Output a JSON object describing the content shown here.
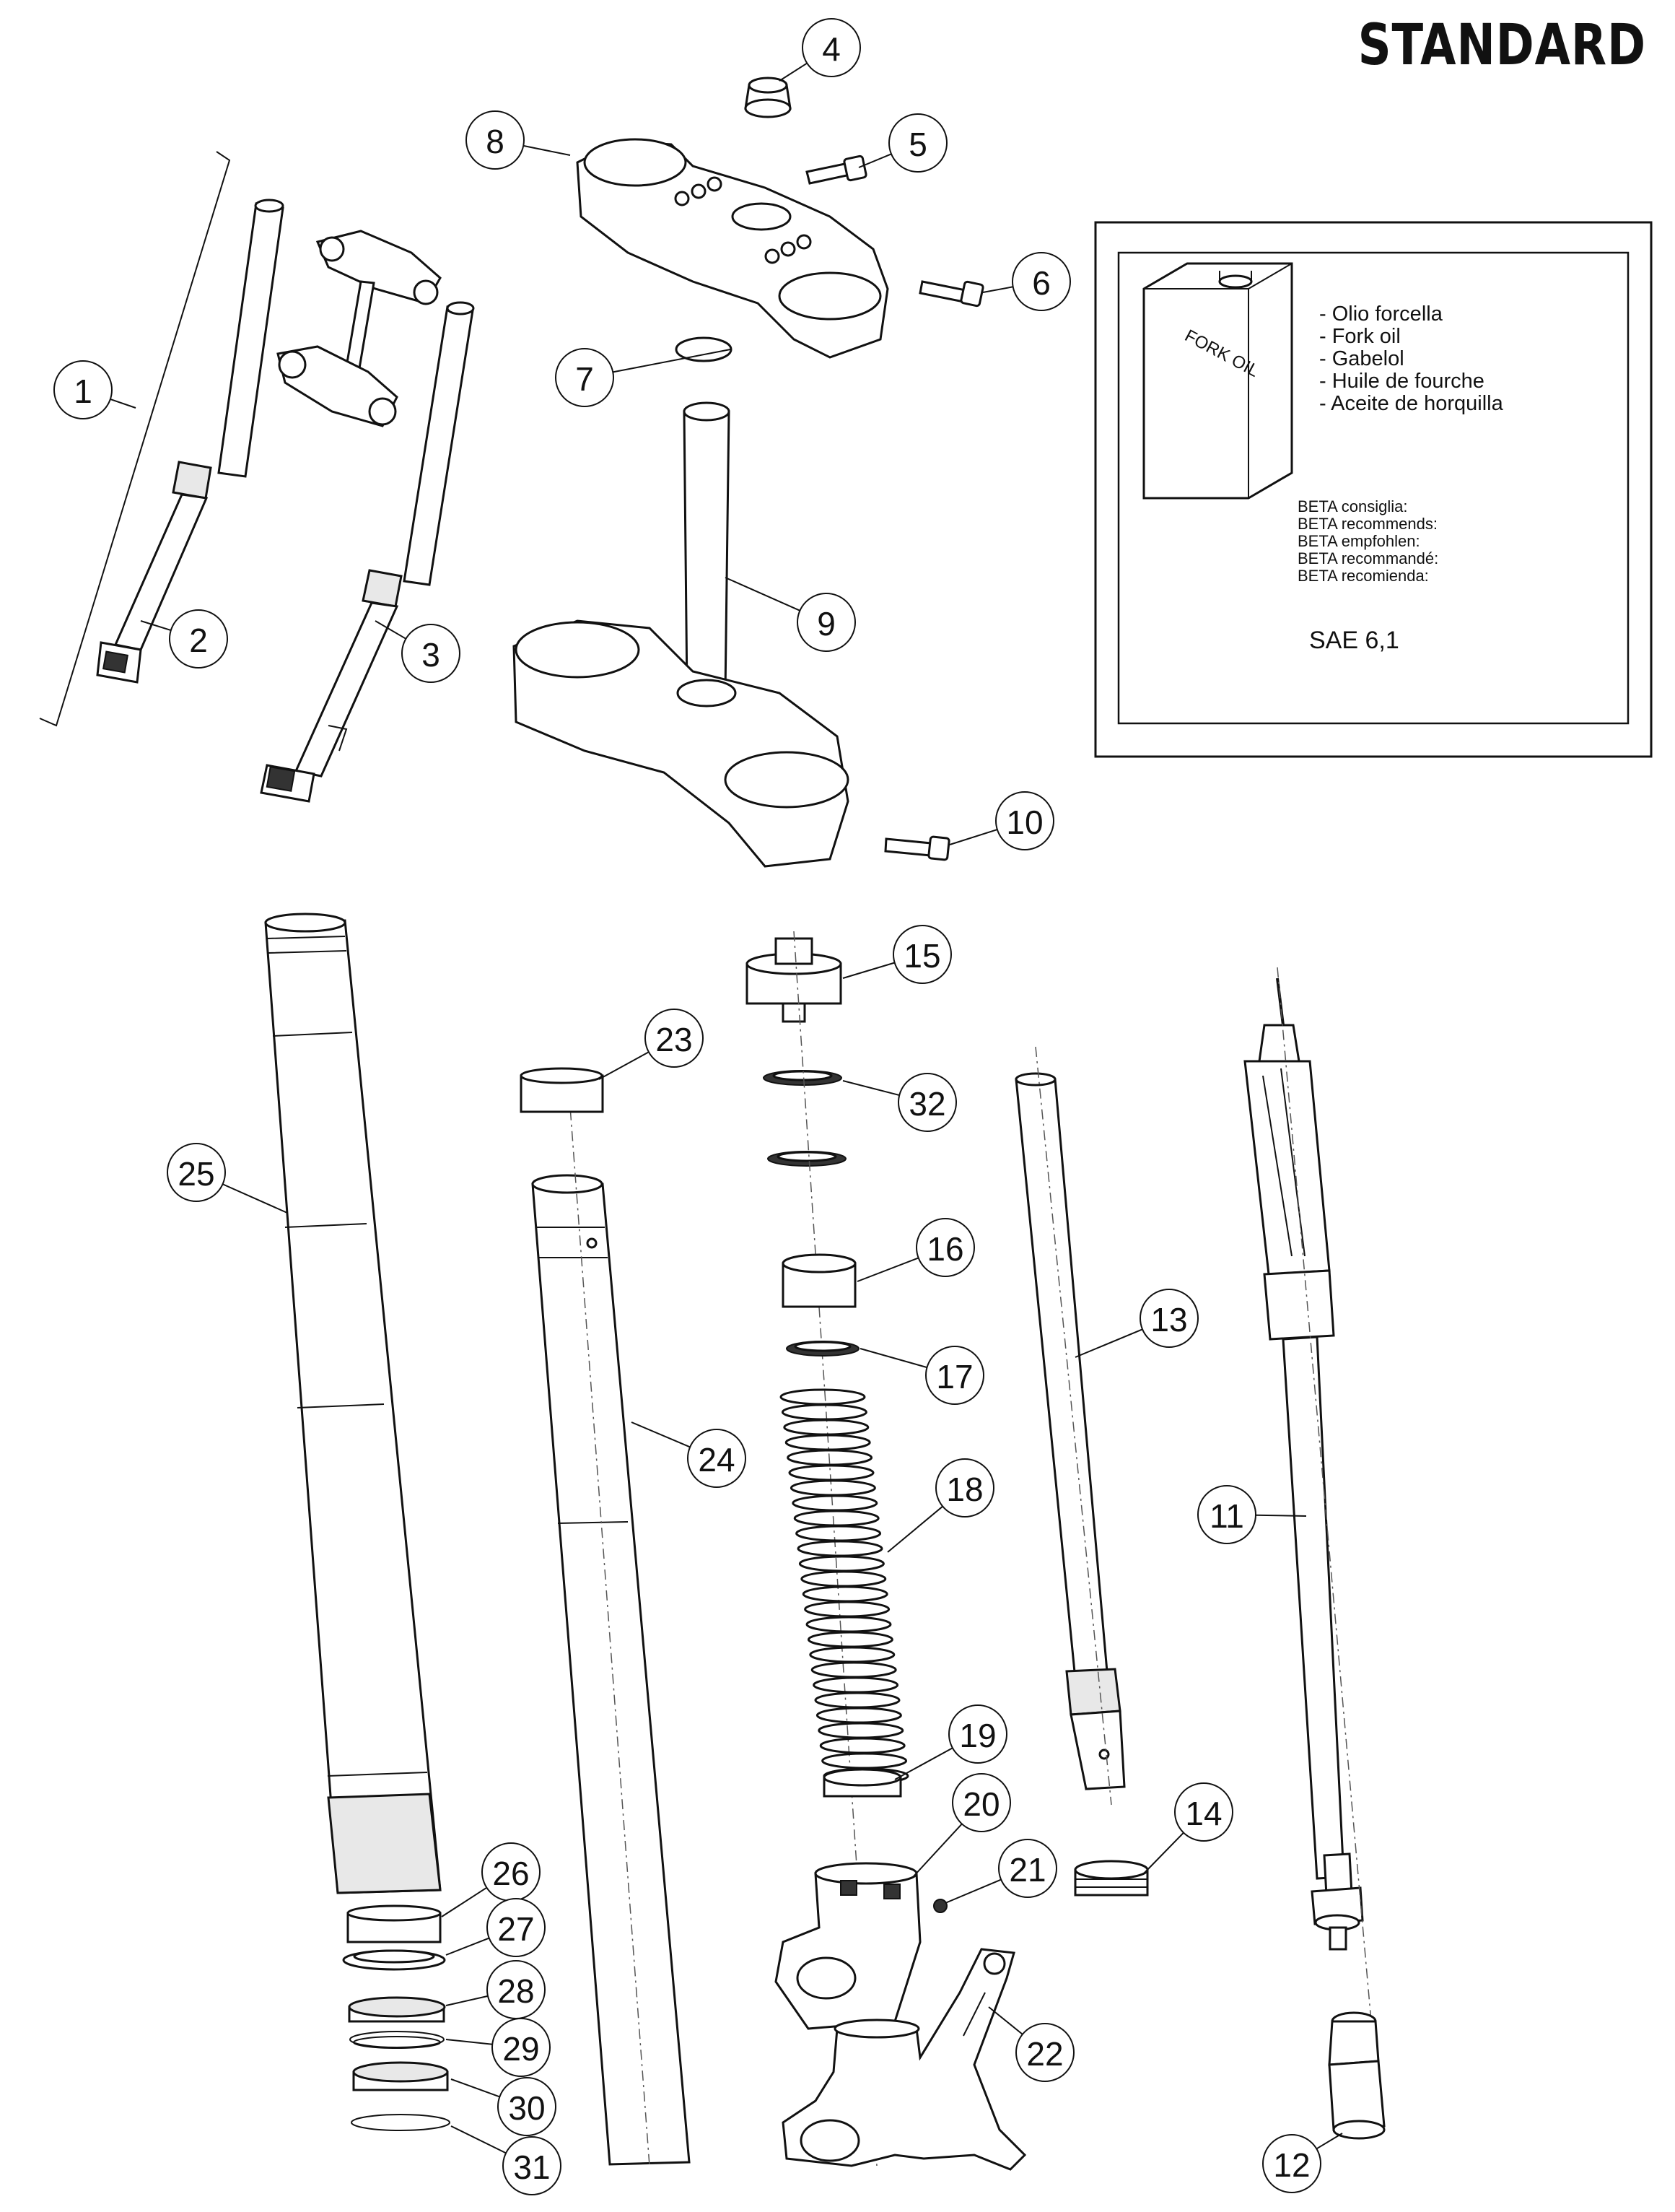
{
  "title": "STANDARD",
  "oil_box": {
    "can_label": "FORK OIL",
    "names": [
      "- Olio forcella",
      "- Fork oil",
      "- Gabelol",
      "- Huile de fourche",
      "- Aceite de horquilla"
    ],
    "recommends": [
      "BETA consiglia:",
      "BETA recommends:",
      "BETA empfohlen:",
      "BETA recommandé:",
      "BETA recomienda:"
    ],
    "spec": "SAE 6,1"
  },
  "callouts": [
    "1",
    "2",
    "3",
    "4",
    "5",
    "6",
    "7",
    "8",
    "9",
    "10",
    "11",
    "12",
    "13",
    "14",
    "15",
    "16",
    "17",
    "18",
    "19",
    "20",
    "21",
    "22",
    "23",
    "24",
    "25",
    "26",
    "27",
    "28",
    "29",
    "30",
    "31",
    "32"
  ]
}
